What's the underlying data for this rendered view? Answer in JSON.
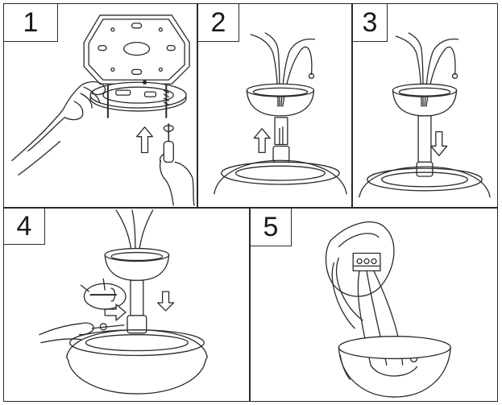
{
  "steps": [
    {
      "number": "1"
    },
    {
      "number": "2"
    },
    {
      "number": "3"
    },
    {
      "number": "4"
    },
    {
      "number": "5"
    }
  ],
  "colors": {
    "line": "#2a2a2a",
    "background": "#ffffff"
  }
}
